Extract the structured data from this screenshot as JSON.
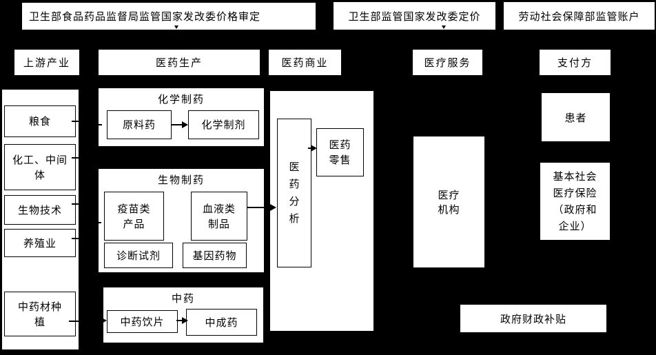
{
  "canvas": {
    "background": "#000000",
    "box_fill": "#ffffff",
    "line_color": "#000000",
    "text_color": "#000000"
  },
  "regulators": [
    {
      "label": "卫生部食品药品监督局监管国家发改委价格审定"
    },
    {
      "label": "卫生部监管国家发改委定价"
    },
    {
      "label": "劳动社会保障部监管账户"
    }
  ],
  "columns": [
    {
      "label": "上游产业"
    },
    {
      "label": "医药生产"
    },
    {
      "label": "医药商业"
    },
    {
      "label": "医疗服务"
    },
    {
      "label": "支付方"
    }
  ],
  "upstream": {
    "items": [
      {
        "label": "粮食"
      },
      {
        "label": "化工、中间\n体"
      },
      {
        "label": "生物技术"
      },
      {
        "label": "养殖业"
      },
      {
        "label": "中药材种\n植"
      }
    ]
  },
  "production": {
    "chemical": {
      "title": "化学制药",
      "api": "原料药",
      "formulation": "化学制剂"
    },
    "biological": {
      "title": "生物制药",
      "vaccine": "疫苗类\n产品",
      "blood": "血液类\n制品",
      "diagnostic": "诊断试剂",
      "gene": "基因药物"
    },
    "tcm": {
      "title": "中药",
      "pieces": "中药饮片",
      "patent": "中成药"
    }
  },
  "commerce": {
    "distribution": "医药分析",
    "retail": "医药\n零售"
  },
  "service": {
    "institution": "医疗\n机构"
  },
  "payer": {
    "patient": "患者",
    "insurance": "基本社会\n医疗保险\n（政府和\n企业）",
    "subsidy": "政府财政补贴"
  }
}
